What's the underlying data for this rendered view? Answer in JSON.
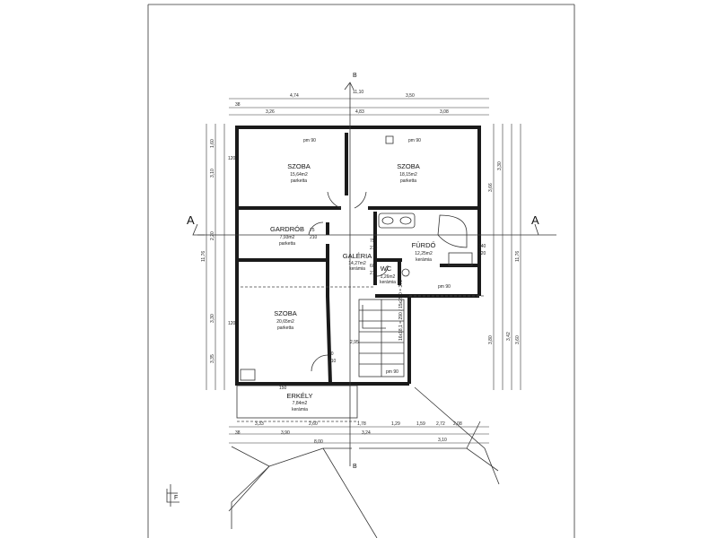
{
  "rooms": [
    {
      "name": "SZOBA",
      "area": "15,64m2",
      "floor": "parketta"
    },
    {
      "name": "SZOBA",
      "area": "18,15m2",
      "floor": "parketta"
    },
    {
      "name": "GARDRÓB",
      "area": "7,93m2",
      "floor": "parketta"
    },
    {
      "name": "GALÉRIA",
      "area": "14,27m2",
      "floor": "kerámia"
    },
    {
      "name": "FÜRDŐ",
      "area": "12,25m2",
      "floor": "kerámia"
    },
    {
      "name": "WC",
      "area": "1,26m2",
      "floor": "kerámia"
    },
    {
      "name": "SZOBA",
      "area": "20,65m2",
      "floor": "parketta"
    },
    {
      "name": "ERKÉLY",
      "area": "7,84m2",
      "floor": "kerámia"
    }
  ],
  "section_marks": {
    "a": "A",
    "b": "B"
  },
  "level_label": "11,10",
  "stair_level": "2,95",
  "top_dims": {
    "d1": "4,74",
    "d2": "3,50",
    "d3": "3,26",
    "d4": "4,83",
    "d5": "3,08",
    "d6": "38"
  },
  "bottom_dims": {
    "d1": "3,33",
    "d2": "2,60",
    "d3": "1,78",
    "d4": "1,29",
    "d5": "1,59",
    "d6": "2,72",
    "d7": "2,08",
    "d8": "3,90",
    "d9": "3,24",
    "d10": "3,10",
    "d11": "8,00",
    "d12": "38"
  },
  "left_dims": {
    "d1": "1,60",
    "d2": "3,10",
    "d3": "2,20",
    "d4": "3,30",
    "d5": "3,35",
    "d6": "11,76",
    "d7": "120"
  },
  "right_dims": {
    "d1": "3,30",
    "d2": "3,66",
    "d3": "3,80",
    "d4": "3,60",
    "d5": "3,42",
    "d6": "11,76",
    "d7": "140",
    "d8": "120"
  },
  "door_labels": {
    "pm": "pm 90",
    "d90": "90",
    "d210": "210",
    "d75": "75",
    "d60": "60",
    "d150": "150",
    "d120": "120"
  },
  "stair_text": "16x18,1 = 290 / 15x25,0 = 375",
  "north_symbol": "F"
}
